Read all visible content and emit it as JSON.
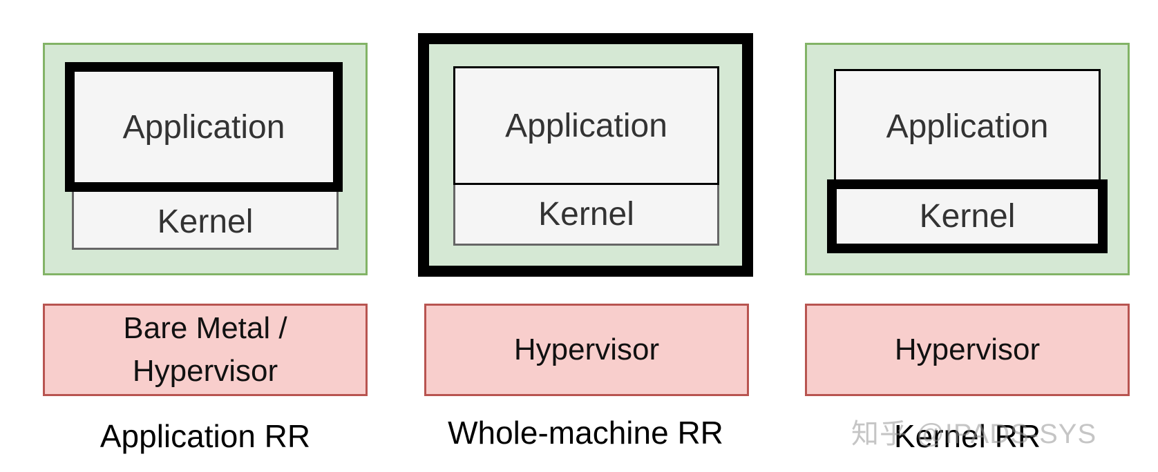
{
  "colors": {
    "container_fill": "#d5e8d4",
    "container_border": "#82b366",
    "box_fill": "#f5f5f5",
    "box_border": "#666666",
    "host_fill": "#f8cecc",
    "host_border": "#b85450",
    "highlight_border": "#000000"
  },
  "panels": [
    {
      "application_label": "Application",
      "kernel_label": "Kernel",
      "host_line1": "Bare Metal /",
      "host_line2": "Hypervisor",
      "caption": "Application RR"
    },
    {
      "application_label": "Application",
      "kernel_label": "Kernel",
      "host_label": "Hypervisor",
      "caption": "Whole-machine RR"
    },
    {
      "application_label": "Application",
      "kernel_label": "Kernel",
      "host_label": "Hypervisor",
      "caption": "Kernel RR"
    }
  ],
  "watermark": "知乎 @IPADS-SYS"
}
